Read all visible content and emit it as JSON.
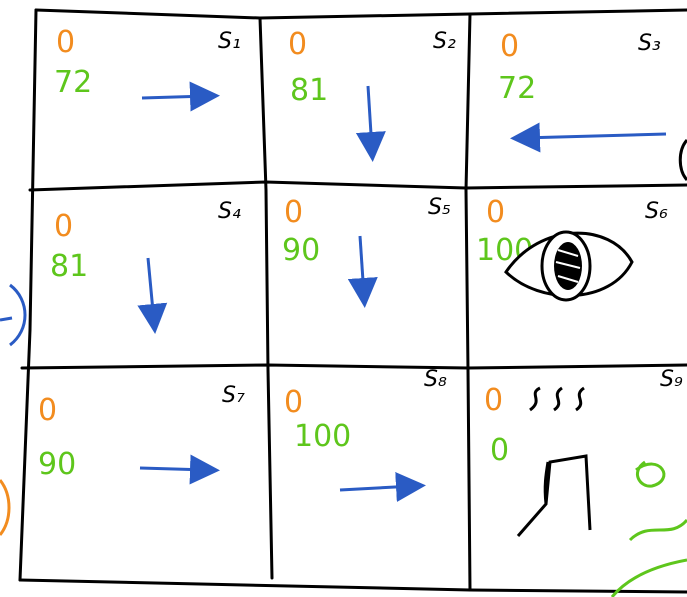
{
  "colors": {
    "grid": "#000000",
    "initial_value": "#f28c1f",
    "learned_value": "#5ec61c",
    "arrow": "#2a5bc4"
  },
  "cells": [
    {
      "state": "S₁",
      "initial": "0",
      "value": "72",
      "arrow": "right"
    },
    {
      "state": "S₂",
      "initial": "0",
      "value": "81",
      "arrow": "down"
    },
    {
      "state": "S₃",
      "initial": "0",
      "value": "72",
      "arrow": "left"
    },
    {
      "state": "S₄",
      "initial": "0",
      "value": "81",
      "arrow": "down"
    },
    {
      "state": "S₅",
      "initial": "0",
      "value": "90",
      "arrow": "down"
    },
    {
      "state": "S₆",
      "initial": "0",
      "value": "100",
      "icon": "eye-icon"
    },
    {
      "state": "S₇",
      "initial": "0",
      "value": "90",
      "arrow": "right"
    },
    {
      "state": "S₈",
      "initial": "0",
      "value": "100",
      "arrow": "right"
    },
    {
      "state": "S₉",
      "initial": "0",
      "value": "0",
      "icon": "chimney-icon"
    }
  ]
}
